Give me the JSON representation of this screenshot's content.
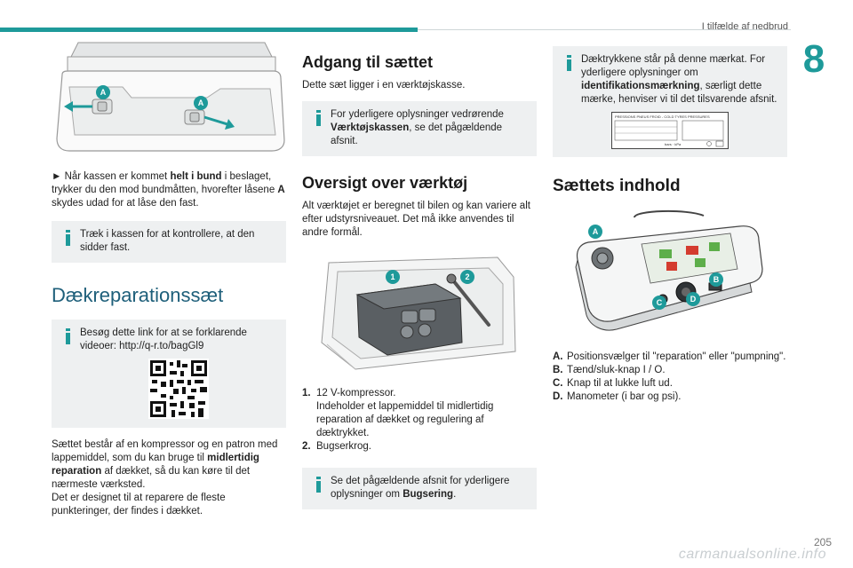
{
  "header": {
    "title": "I tilfælde af nedbrud",
    "chapter": "8"
  },
  "col1": {
    "lock_labels": [
      "A",
      "A"
    ],
    "step_text_pre": "► Når kassen er kommet ",
    "step_text_bold": "helt i bund",
    "step_text_mid": " i beslaget, trykker du den mod bundmåtten, hvorefter låsene ",
    "step_text_bold2": "A",
    "step_text_post": " skydes udad for at låse den fast.",
    "info1": "Træk i kassen for at kontrollere, at den sidder fast.",
    "heading": "Dækreparationssæt",
    "info2": "Besøg dette link for at se forklarende videoer: http://q-r.to/bagGl9",
    "para_pre": "Sættet består af en kompressor og en patron med lappemiddel, som du kan bruge til ",
    "para_bold": "midlertidig reparation",
    "para_post": " af dækket, så du kan køre til det nærmeste værksted.",
    "para2": "Det er designet til at reparere de fleste punkteringer, der findes i dækket."
  },
  "col2": {
    "heading1": "Adgang til sættet",
    "para1": "Dette sæt ligger i en værktøjskasse.",
    "info1_pre": "For yderligere oplysninger vedrørende ",
    "info1_bold": "Værktøjskassen",
    "info1_post": ", se det pågældende afsnit.",
    "heading2": "Oversigt over værktøj",
    "para2": "Alt værktøjet er beregnet til bilen og kan variere alt efter udstyrsniveauet. Det må ikke anvendes til andre formål.",
    "tool_labels": [
      "1",
      "2"
    ],
    "items": [
      {
        "num": "1.",
        "title": "12 V-kompressor.",
        "desc": "Indeholder et lappemiddel til midlertidig reparation af dækket og regulering af dæktrykket."
      },
      {
        "num": "2.",
        "title": "Bugserkrog.",
        "desc": ""
      }
    ],
    "info2_pre": "Se det pågældende afsnit for yderligere oplysninger om ",
    "info2_bold": "Bugsering",
    "info2_post": "."
  },
  "col3": {
    "info_pre": "Dæktrykkene står på denne mærkat. For yderligere oplysninger om ",
    "info_bold": "identifikationsmærkning",
    "info_post": ", særligt dette mærke, henviser vi til det tilsvarende afsnit.",
    "label_top_text": "PRESSIONS PNEUS FROID - COLD TYRES PRESSURES",
    "label_units": "bars · kPa",
    "heading": "Sættets indhold",
    "kit_labels": [
      "A",
      "B",
      "C",
      "D"
    ],
    "legend": [
      {
        "key": "A.",
        "text": "Positionsvælger til \"reparation\" eller \"pumpning\"."
      },
      {
        "key": "B.",
        "text": "Tænd/sluk-knap I / O."
      },
      {
        "key": "C.",
        "text": "Knap til at lukke luft ud."
      },
      {
        "key": "D.",
        "text": "Manometer (i bar og psi)."
      }
    ]
  },
  "footer": {
    "page_number": "205",
    "watermark": "carmanualsonline.info"
  },
  "colors": {
    "accent": "#1e9a9a",
    "heading_blue": "#1e5f7a",
    "box_bg": "#eef0f1"
  }
}
